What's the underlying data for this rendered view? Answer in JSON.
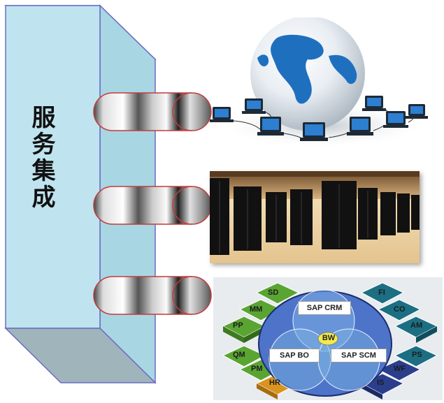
{
  "pillar": {
    "title": "服务集成"
  },
  "network_image": {
    "icon": "globe-network-icon"
  },
  "datacenter_image": {
    "icon": "server-room-icon"
  },
  "sap_diagram": {
    "core": [
      "SAP CRM",
      "BW",
      "SAP BO",
      "SAP SCM"
    ],
    "modules_left_top": [
      "SD",
      "MM",
      "PP"
    ],
    "modules_left_bottom": [
      "QM",
      "PM",
      "HR"
    ],
    "modules_right_top": [
      "FI",
      "CO",
      "AM"
    ],
    "modules_right_bottom": [
      "PS",
      "WF",
      "IS"
    ]
  },
  "colors": {
    "pillar_front": "#bfe4ef",
    "pillar_side": "#a9d6e2",
    "green": "#5aa532",
    "teal": "#1c6f83",
    "navy": "#2b3e8c",
    "orange": "#d9941e",
    "circle": "#4d74c9"
  }
}
